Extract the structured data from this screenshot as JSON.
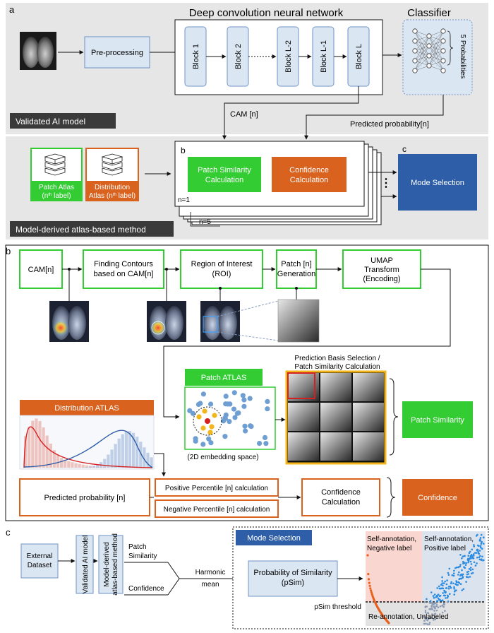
{
  "panel_a": {
    "letter": "a",
    "dcnn_title": "Deep convolution neural network",
    "classifier_title": "Classifier",
    "preprocessing": "Pre-processing",
    "blocks": [
      "Block 1",
      "Block 2",
      "Block L-2",
      "Block L-1",
      "Block L"
    ],
    "probabilities": "5 Probabilities",
    "validated_model": "Validated AI model",
    "cam": "CAM [n]",
    "predicted_probability": "Predicted probability[n]",
    "sub_b": "b",
    "sub_c": "c",
    "patch_atlas_line1": "Patch Atlas",
    "patch_atlas_line2": "(n",
    "patch_atlas_sup": "th",
    "patch_atlas_line2b": " label)",
    "distribution_atlas_line1": "Distribution",
    "distribution_atlas_line2": "Atlas (n",
    "distribution_atlas_sup": "th",
    "distribution_atlas_line2b": " label)",
    "patch_similarity_calc_1": "Patch Similarity",
    "patch_similarity_calc_2": "Calculation",
    "confidence_calc_1": "Confidence",
    "confidence_calc_2": "Calculation",
    "n1": "n=1",
    "n5": "n=5",
    "mode_selection": "Mode Selection",
    "method_label": "Model-derived atlas-based method"
  },
  "panel_b": {
    "letter": "b",
    "cam": "CAM[n]",
    "contours_1": "Finding Contours",
    "contours_2": "based on CAM[n]",
    "roi_1": "Region of Interest",
    "roi_2": "(ROI)",
    "patch_gen_1": "Patch [n]",
    "patch_gen_2": "Generation",
    "umap_1": "UMAP",
    "umap_2": "Transform",
    "umap_3": "(Encoding)",
    "patch_atlas": "Patch ATLAS",
    "embedding": "(2D embedding space)",
    "pred_basis_1": "Prediction Basis Selection /",
    "pred_basis_2": "Patch Similarity Calculation",
    "distribution_atlas": "Distribution ATLAS",
    "patch_similarity": "Patch Similarity",
    "predicted_probability": "Predicted probability [n]",
    "positive_percentile": "Positive Percentile [n] calculation",
    "negative_percentile": "Negative Percentile [n] calculation",
    "confidence_calc_1": "Confidence",
    "confidence_calc_2": "Calculation",
    "confidence": "Confidence"
  },
  "panel_c": {
    "letter": "c",
    "external_1": "External",
    "external_2": "Dataset",
    "validated_model": "Validated AI model",
    "method_1": "Model-derived",
    "method_2": "atlas-based method",
    "patch_1": "Patch",
    "patch_2": "Similarity",
    "confidence": "Confidence",
    "harmonic_1": "Harmonic",
    "harmonic_2": "mean",
    "mode_selection": "Mode Selection",
    "psim_1": "Probability of Similarity",
    "psim_2": "(pSim)",
    "psim_threshold": "pSim threshold",
    "self_neg_1": "Self-annotation,",
    "self_neg_2": "Negative label",
    "self_pos_1": "Self-annotation,",
    "self_pos_2": "Positive label",
    "reannotation": "Re-annotation, Unlabeled"
  },
  "colors": {
    "green": "#33cc33",
    "orange": "#d9621f",
    "blue": "#2e5ea8",
    "light_blue": "#dbe6f3",
    "gold": "#f2b51a",
    "dark_label": "#3a3a3a"
  }
}
